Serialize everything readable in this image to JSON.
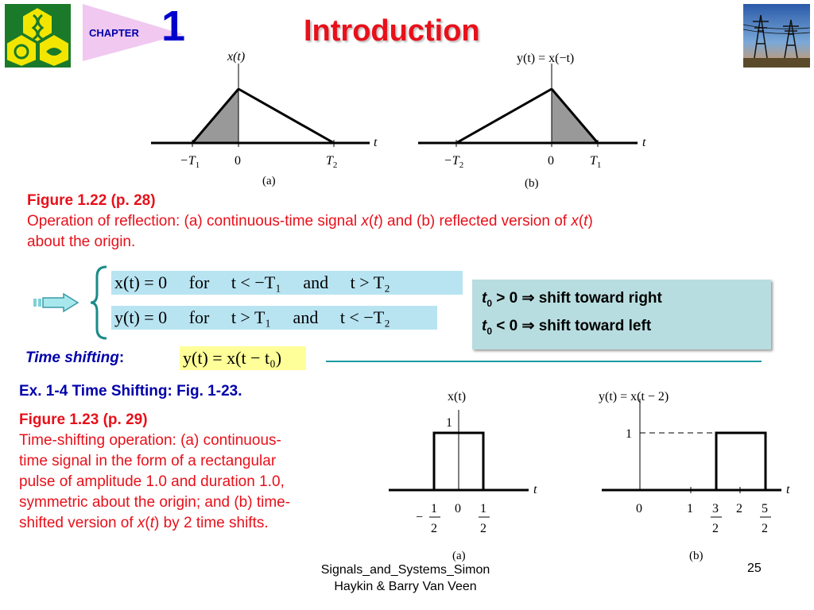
{
  "header": {
    "chapter_label": "CHAPTER",
    "chapter_number": "1",
    "title": "Introduction"
  },
  "figure_a": {
    "x_label": "x(t)",
    "t_axis": "t",
    "tick_neg": "−T",
    "tick_neg_sub": "1",
    "tick_zero": "0",
    "tick_pos": "T",
    "tick_pos_sub": "2",
    "panel": "(a)"
  },
  "figure_b": {
    "y_label": "y(t) = x(−t)",
    "t_axis": "t",
    "tick_neg": "−T",
    "tick_neg_sub": "2",
    "tick_zero": "0",
    "tick_pos": "T",
    "tick_pos_sub": "1",
    "panel": "(b)"
  },
  "caption_122": {
    "heading": "Figure 1.22  (p. 28)",
    "text_1": "Operation of reflection: (a) continuous-time signal ",
    "var_1": "x",
    "paren_1": "(",
    "t_1": "t",
    "text_2": ") and (b) reflected version of ",
    "var_2": "x",
    "paren_2": "(",
    "t_2": "t",
    "text_3": ")",
    "text_4": "about the origin."
  },
  "equations": {
    "eq1": "x(t) = 0     for     t < −T₁     and     t > T₂",
    "eq2": "y(t) = 0     for     t > T₁     and     t < −T₂",
    "shift": "y(t) = x(t − t₀)"
  },
  "shift_rules": {
    "rule1_var": "t",
    "rule1_sub": "0",
    "rule1_text": " > 0 ⇒ shift toward right",
    "rule2_var": "t",
    "rule2_sub": "0",
    "rule2_text": " < 0 ⇒ shift toward left"
  },
  "time_shifting": {
    "label": "Time shifting",
    "colon": ":"
  },
  "example": {
    "label": "Ex. 1-4 Time Shifting: Fig. 1-23."
  },
  "caption_123": {
    "heading": "Figure 1.23  (p. 29)",
    "line1": "Time-shifting operation: (a) continuous-",
    "line2": "time signal in the form of a rectangular",
    "line3": "pulse of amplitude 1.0 and duration 1.0,",
    "line4": "symmetric about the origin; and (b) time-",
    "line5_a": "shifted version of ",
    "line5_var": "x",
    "line5_paren": "(",
    "line5_t": "t",
    "line5_b": ") by 2 time shifts."
  },
  "figure_c": {
    "x_label": "x(t)",
    "t_axis": "t",
    "amp": "1",
    "minus": "−",
    "one": "1",
    "two": "2",
    "zero": "0",
    "panel": "(a)"
  },
  "figure_d": {
    "y_label": "y(t) = x(t − 2)",
    "t_axis": "t",
    "amp": "1",
    "zero": "0",
    "one": "1",
    "three": "3",
    "two": "2",
    "five": "5",
    "panel": "(b)"
  },
  "footer": {
    "line1": "Signals_and_Systems_Simon",
    "line2": "Haykin & Barry Van Veen",
    "page": "25"
  }
}
